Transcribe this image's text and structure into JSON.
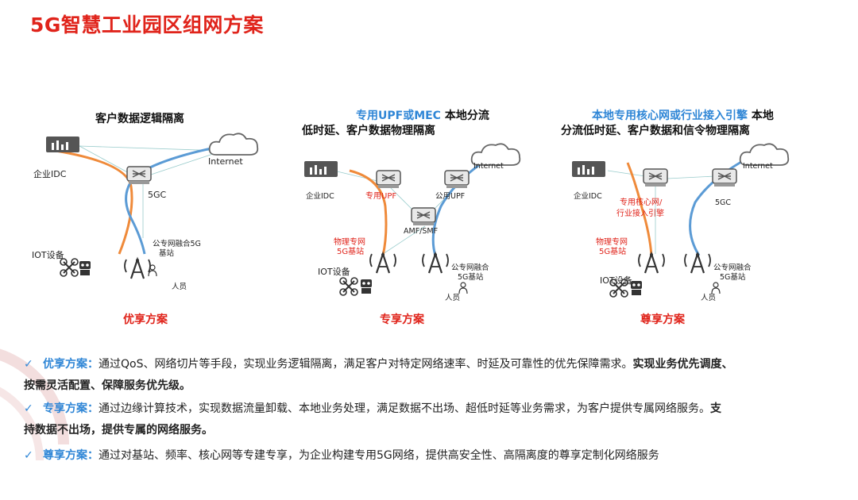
{
  "page_title": "5G智慧工业园区组网方案",
  "panels": [
    {
      "header_lines": [
        "客户数据逻辑隔离"
      ],
      "labels": {
        "idc": "企业IDC",
        "internet": "Internet",
        "core": "5GC",
        "iot": "IOT设备",
        "station": "公专网融合5G",
        "station2": "基站",
        "people": "人员"
      },
      "scheme_name": "优享方案"
    },
    {
      "header_blue": "专用UPF或MEC",
      "header_black_1": " 本地分流",
      "header_black_2": "低时延、客户数据物理隔离",
      "labels": {
        "idc": "企业IDC",
        "internet": "Internet",
        "private_upf": "专用UPF",
        "public_upf": "公用UPF",
        "amf": "AMF/SMF",
        "private_station_1": "物理专网",
        "private_station_2": "5G基站",
        "iot": "IOT设备",
        "station_1": "公专网融合",
        "station_2": "5G基站",
        "people": "人员"
      },
      "scheme_name": "专享方案"
    },
    {
      "header_blue": "本地专用核心网或行业接入引擎",
      "header_black_1": " 本地",
      "header_black_2": "分流低时延、客户数据和信令物理隔离",
      "labels": {
        "idc": "企业IDC",
        "internet": "Internet",
        "core": "5GC",
        "private_core_1": "专用核心网/",
        "private_core_2": "行业接入引擎",
        "private_station_1": "物理专网",
        "private_station_2": "5G基站",
        "iot": "IOT设备",
        "station_1": "公专网融合",
        "station_2": "5G基站",
        "people": "人员"
      },
      "scheme_name": "尊享方案"
    }
  ],
  "descriptions": [
    {
      "check": "✓",
      "term": "优享方案：",
      "text": "通过QoS、网络切片等手段，实现业务逻辑隔离，满足客户对特定网络速率、时延及可靠性的优先保障需求。",
      "bold_1": "实现业务优先调度、",
      "bold_2": "按需灵活配置、保障服务优先级。"
    },
    {
      "check": "✓",
      "term": "专享方案：",
      "text": "通过边缘计算技术，实现数据流量卸载、本地业务处理，满足数据不出场、超低时延等业务需求，为客户提供专属网络服务。",
      "bold_1": "支",
      "bold_2": "持数据不出场，提供专属的网络服务。"
    },
    {
      "check": "✓",
      "term": "尊享方案：",
      "text": "通过对基站、频率、核心网等专建专享，为企业构建专用5G网络，提供高安全性、高隔离度的尊享定制化网络服务"
    }
  ],
  "colors": {
    "accent_red": "#e0241b",
    "blue": "#2f86d6",
    "orange": "#ef8a3a",
    "line_blue": "#5b9bd5"
  }
}
